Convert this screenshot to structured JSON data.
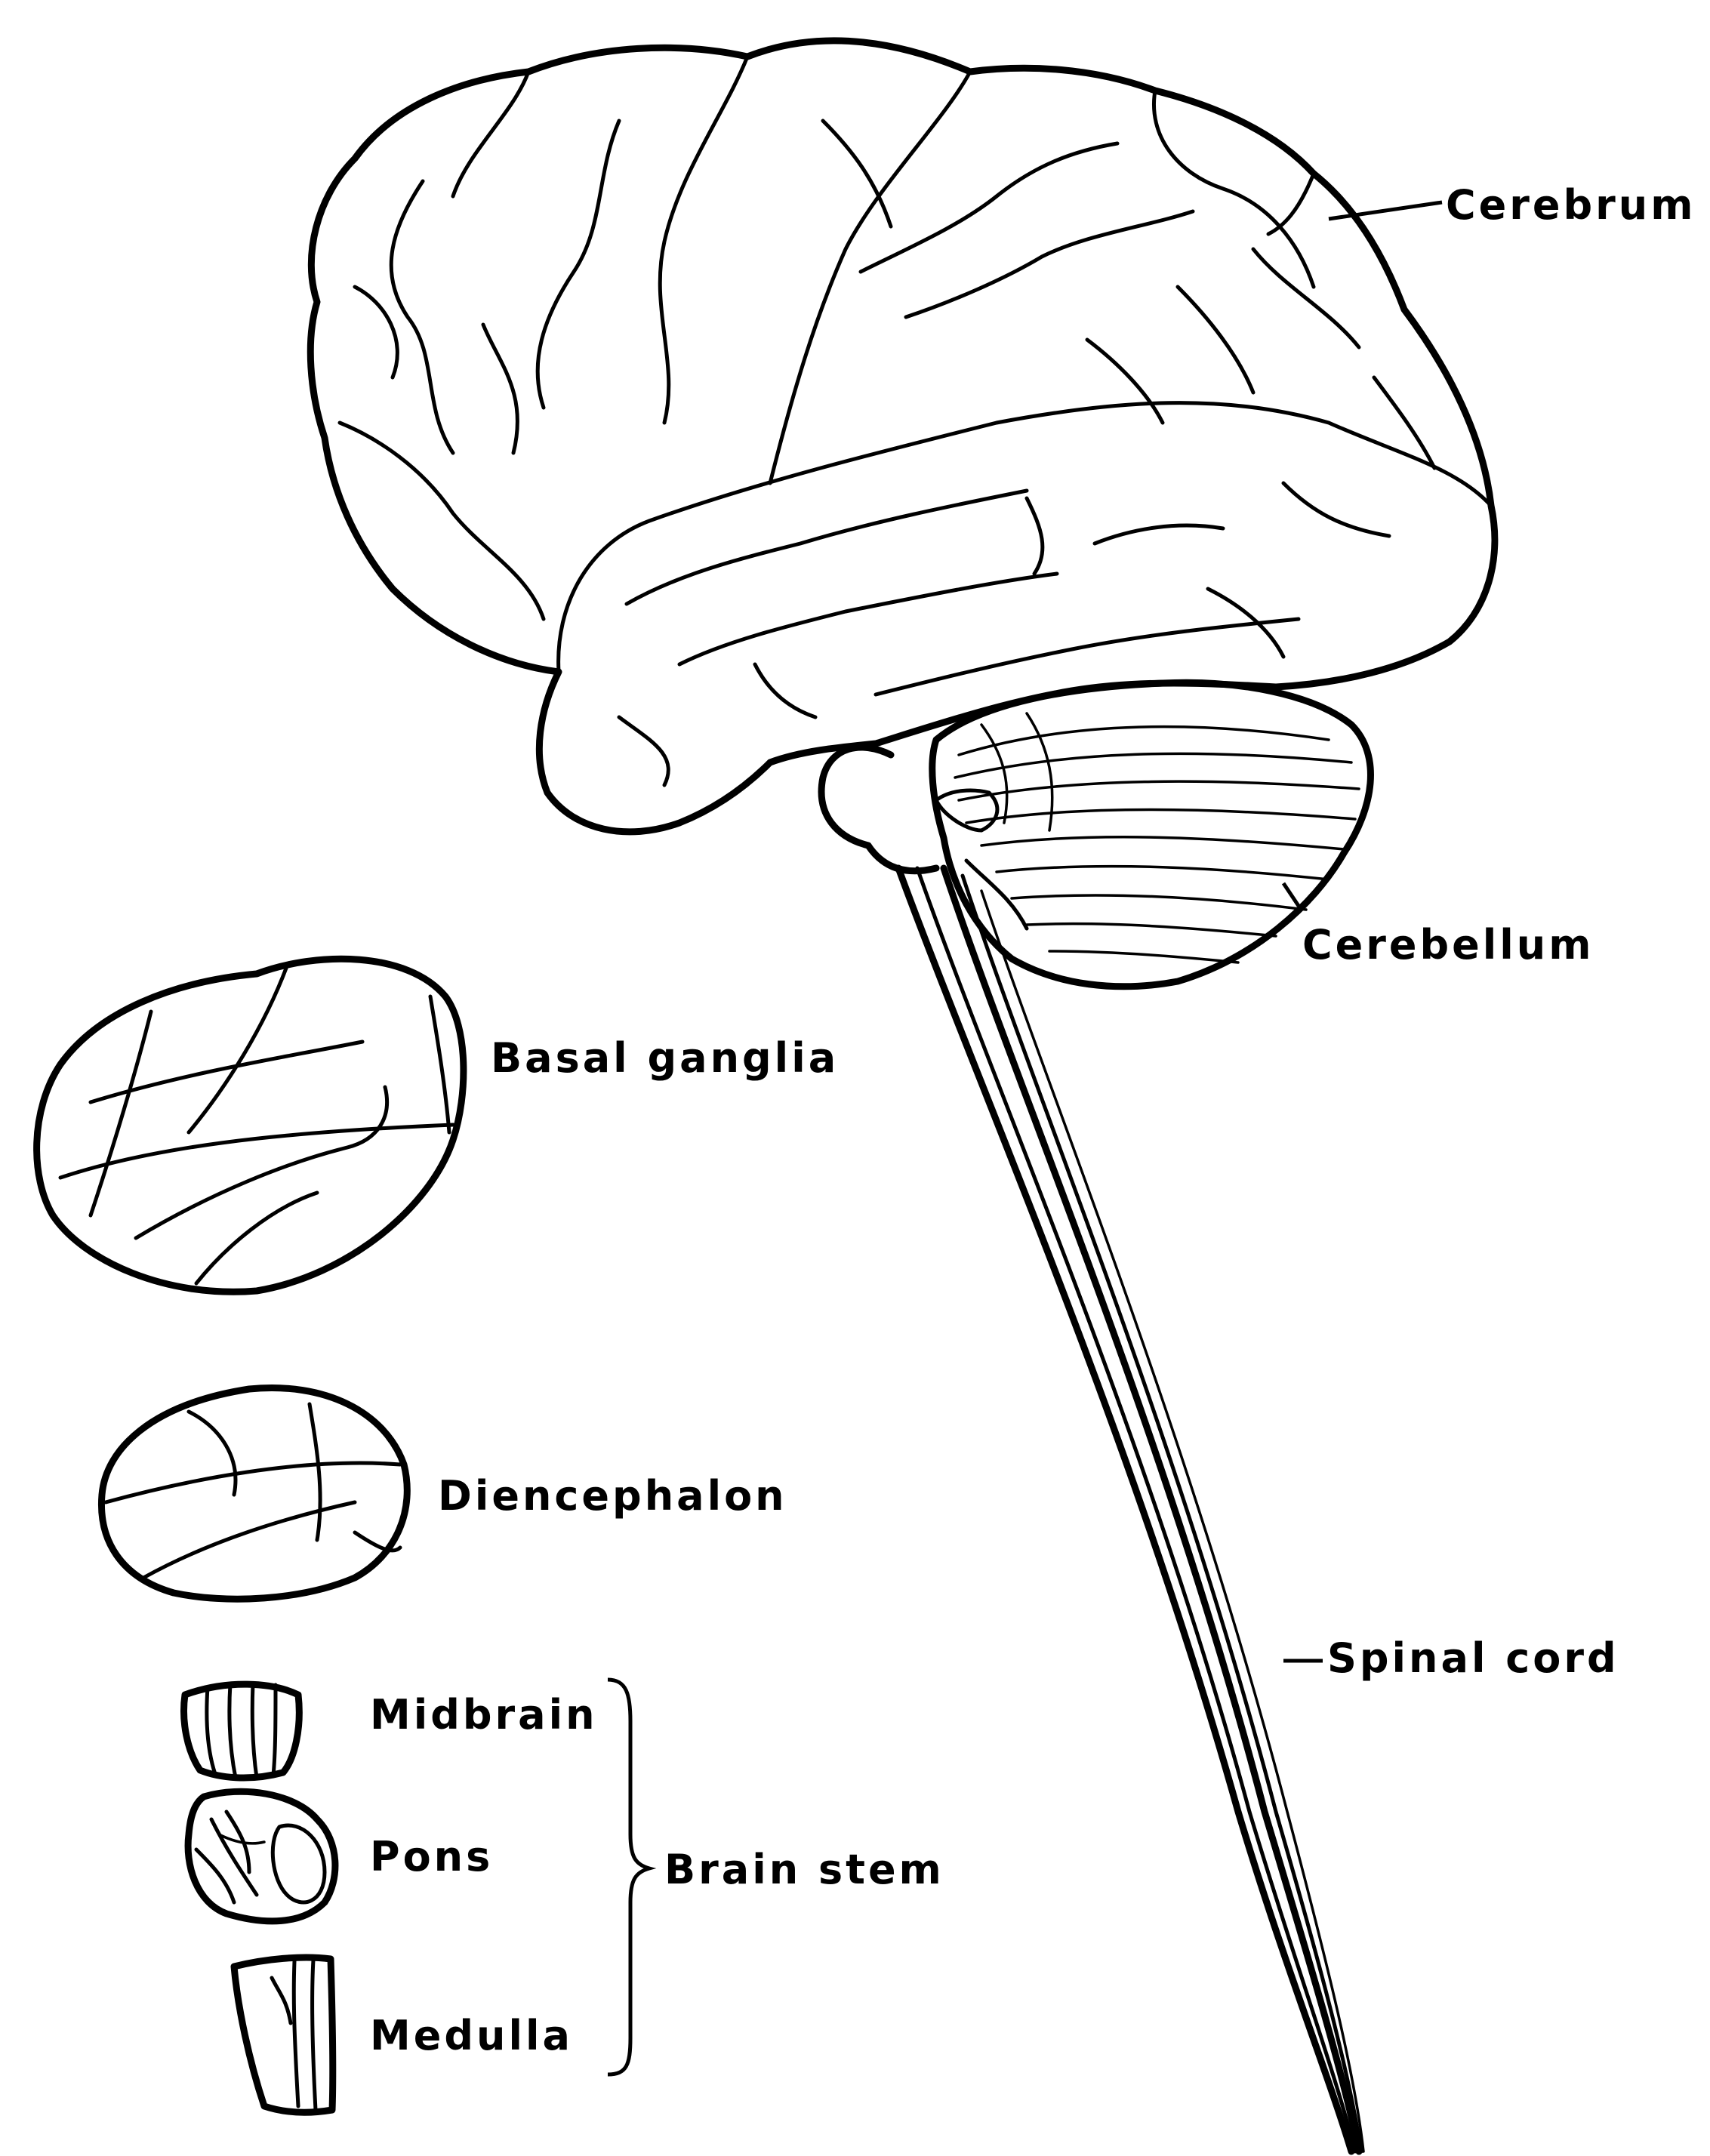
{
  "labels": {
    "cerebrum": "Cerebrum",
    "cerebellum": "Cerebellum",
    "basal_ganglia": "Basal ganglia",
    "diencephalon": "Diencephalon",
    "spinal_cord": "Spinal cord",
    "midbrain": "Midbrain",
    "pons": "Pons",
    "medulla": "Medulla",
    "brain_stem": "Brain stem"
  },
  "colors": {
    "ink": "#000000",
    "background": "#ffffff"
  }
}
